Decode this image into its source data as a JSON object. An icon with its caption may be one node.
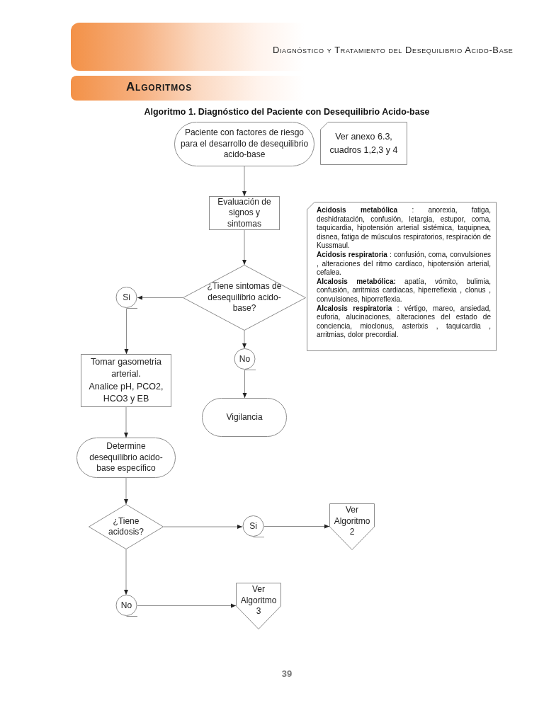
{
  "diagram": {
    "title": "Algoritmo 1. Diagnóstico del Paciente con Desequilibrio Acido-base",
    "nodes": [
      {
        "text": [
          "Paciente con factores de riesgo para el desarrollo de desequilibrio acido-base"
        ]
      },
      {
        "text": [
          "Ver anexo 6.3, cuadros 1,2,3 y 4"
        ]
      },
      {
        "text": [
          "Evaluación de signos y sintomas"
        ]
      },
      {
        "text": [
          "**Acidosis metabólica** : anorexia, fatiga, deshidratación, confusión, letargia, estupor, coma, taquicardia, hipotensión arterial sistémica, taquipnea, disnea, fatiga de músculos respiratorios, respiración de Kussmaul.",
          "**Acidosis respiratoria** : confusión, coma, convulsiones , alteraciones del ritmo cardíaco, hipotensión arterial, cefalea.",
          "**Alcalosis metabólica:** apatía, vómito, bulimia, confusión, arritmias cardiacas, hiperreflexia , clonus , convulsiones, hiporreflexia.",
          "**Alcalosis respiratoria** : vértigo, mareo, ansiedad, euforia, alucinaciones, alteraciones del estado de conciencia, mioclonus, asterixis , taquicardia , arritmias, dolor precordial."
        ]
      },
      {
        "text": [
          "¿Tiene sintomas de desequilibrio acido-base?"
        ]
      },
      {
        "text": [
          "Si"
        ]
      },
      {
        "text": [
          "No"
        ]
      },
      {
        "text": [
          "Tomar gasometria arterial.",
          "Analice pH, PCO2, HCO3 y EB"
        ]
      },
      {
        "text": [
          "Vigilancia"
        ]
      },
      {
        "text": [
          "Determine desequilibrio acido-base específico"
        ]
      },
      {
        "text": [
          "¿Tiene acidosis?"
        ]
      },
      {
        "text": [
          "Si"
        ]
      },
      {
        "text": [
          "Ver Algoritmo 2"
        ]
      },
      {
        "text": [
          "No"
        ]
      },
      {
        "text": [
          "Ver Algoritmo 3"
        ]
      }
    ],
    "edges": [
      {
        "from": 0,
        "to": 2,
        "arrow": "to"
      },
      {
        "from": 2,
        "to": 4,
        "arrow": "to"
      },
      {
        "from": 4,
        "to": 5,
        "arrow": "to"
      },
      {
        "from": 4,
        "to": 6,
        "arrow": "to"
      },
      {
        "from": 5,
        "to": 7,
        "arrow": "to"
      },
      {
        "from": 6,
        "to": 8,
        "arrow": "to"
      },
      {
        "from": 7,
        "to": 9,
        "arrow": "to"
      },
      {
        "from": 9,
        "to": 10,
        "arrow": "to"
      },
      {
        "from": 10,
        "to": 11,
        "arrow": "to"
      },
      {
        "from": 11,
        "to": 12,
        "arrow": "to"
      },
      {
        "from": 10,
        "to": 13,
        "arrow": "to"
      },
      {
        "from": 13,
        "to": 14,
        "arrow": "to"
      }
    ],
    "labels": [
      "Diagnóstico y Tratamiento del Desequilibrio Acido-Base",
      "Algoritmos",
      "39"
    ]
  }
}
